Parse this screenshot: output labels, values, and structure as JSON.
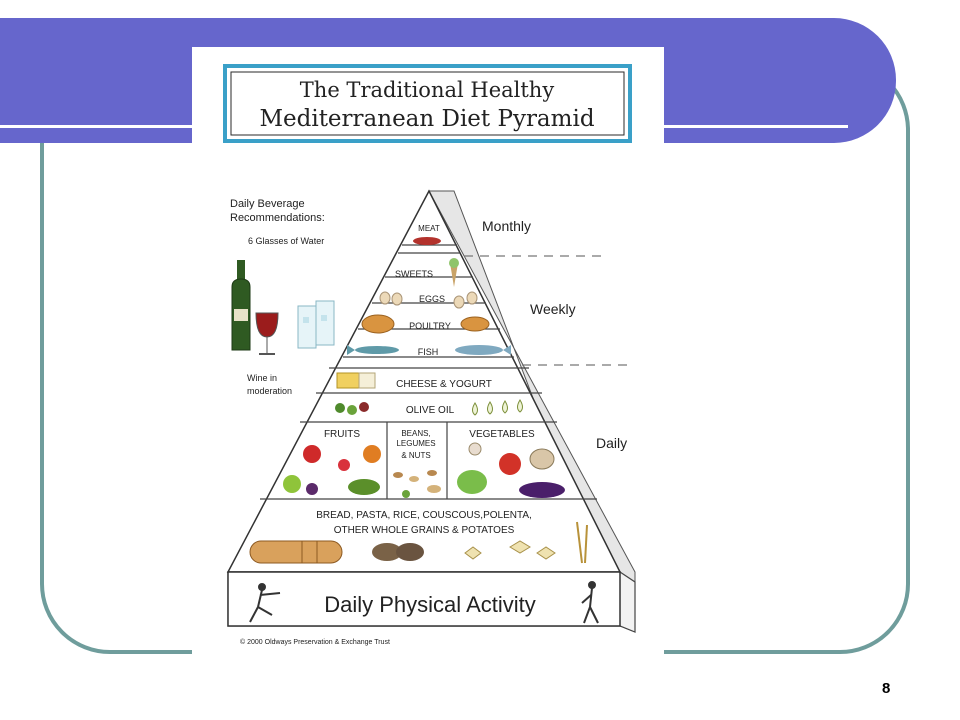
{
  "poster": {
    "title_line1": "The Traditional Healthy",
    "title_line2": "Mediterranean Diet Pyramid",
    "beverage": {
      "heading_line1": "Daily Beverage",
      "heading_line2": "Recommendations:",
      "water": "6 Glasses of Water",
      "wine_line1": "Wine in",
      "wine_line2": "moderation"
    },
    "frequency": {
      "monthly": "Monthly",
      "weekly": "Weekly",
      "daily": "Daily"
    },
    "tiers": {
      "meat": "MEAT",
      "sweets": "SWEETS",
      "eggs": "EGGS",
      "poultry": "POULTRY",
      "fish": "FISH",
      "cheese": "CHEESE & YOGURT",
      "olive_oil": "OLIVE OIL",
      "fruits": "FRUITS",
      "beans_line1": "BEANS,",
      "beans_line2": "LEGUMES",
      "beans_line3": "& NUTS",
      "vegetables": "VEGETABLES",
      "grains_line1": "BREAD, PASTA, RICE, COUSCOUS,POLENTA,",
      "grains_line2": "OTHER WHOLE GRAINS & POTATOES",
      "activity": "Daily Physical Activity"
    },
    "copyright": "© 2000 Oldways Preservation & Exchange Trust"
  },
  "slide": {
    "page_number": "8"
  },
  "colors": {
    "header": "#6666cc",
    "frame": "#6f9d9c",
    "title_border": "#3aa0c8"
  }
}
